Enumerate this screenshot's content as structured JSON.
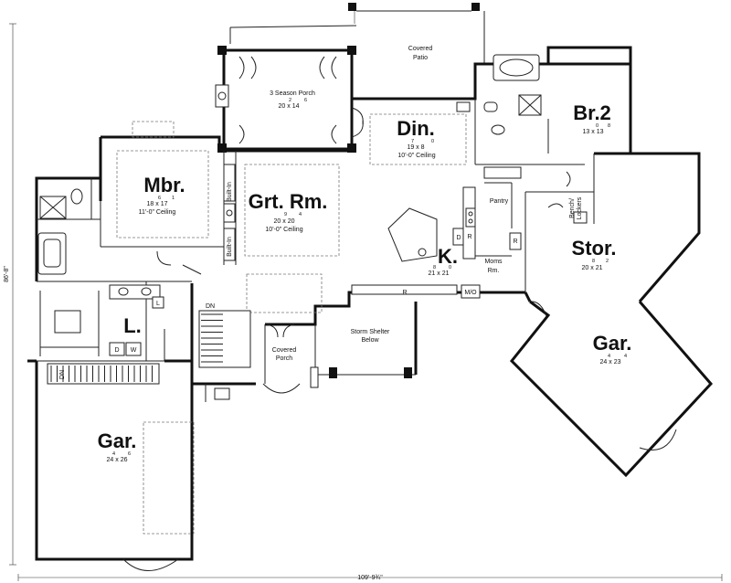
{
  "rooms": {
    "covered_patio": {
      "label": "Covered\nPatio",
      "l1": "Covered",
      "l2": "Patio"
    },
    "season_porch": {
      "label": "3 Season Porch",
      "dims": "20 x 14",
      "sup_a": "2",
      "sup_b": "6"
    },
    "dining": {
      "label": "Din.",
      "dims": "19 x 8",
      "sup_a": "7",
      "sup_b": "0",
      "ceiling": "10'-0\" Ceiling"
    },
    "bedroom2": {
      "label": "Br.2",
      "dims": "13 x 13",
      "sup_a": "0",
      "sup_b": "8"
    },
    "master": {
      "label": "Mbr.",
      "dims": "18 x 17",
      "sup_a": "6",
      "sup_b": "1",
      "ceiling": "11'-0\" Ceiling"
    },
    "great_room": {
      "label": "Grt. Rm.",
      "dims": "20 x 20",
      "sup_a": "9",
      "sup_b": "4",
      "ceiling": "10'-0\" Ceiling"
    },
    "pantry": {
      "label": "Pantry"
    },
    "bench_lockers": {
      "l1": "Bench/",
      "l2": "Lockers"
    },
    "kitchen": {
      "label": "K.",
      "dims": "21 x 21",
      "sup_a": "8",
      "sup_b": "0"
    },
    "moms_room": {
      "l1": "Moms",
      "l2": "Rm."
    },
    "storage": {
      "label": "Stor.",
      "dims": "20 x 21",
      "sup_a": "8",
      "sup_b": "2"
    },
    "mo": {
      "label": "M/O"
    },
    "laundry": {
      "label": "L."
    },
    "storm_shelter": {
      "l1": "Storm Shelter",
      "l2": "Below"
    },
    "covered_porch": {
      "l1": "Covered",
      "l2": "Porch"
    },
    "garage_right": {
      "label": "Gar.",
      "dims": "24 x 23",
      "sup_a": "4",
      "sup_b": "4"
    },
    "garage_left": {
      "label": "Gar.",
      "dims": "24 x 26",
      "sup_a": "4",
      "sup_b": "6"
    }
  },
  "fixtures": {
    "built_in_top": "Built-In",
    "built_in_bottom": "Built-In",
    "dn_top": "DN",
    "dn_left": "DN",
    "d_kitchen": "D",
    "r_kitchen": "R",
    "r_counter": "R",
    "r_moms": "R",
    "l_bath": "L",
    "d_laundry": "D",
    "w_laundry": "W"
  },
  "dimensions": {
    "overall_width": "109'-9¾\"",
    "overall_depth": "86'-8\""
  }
}
